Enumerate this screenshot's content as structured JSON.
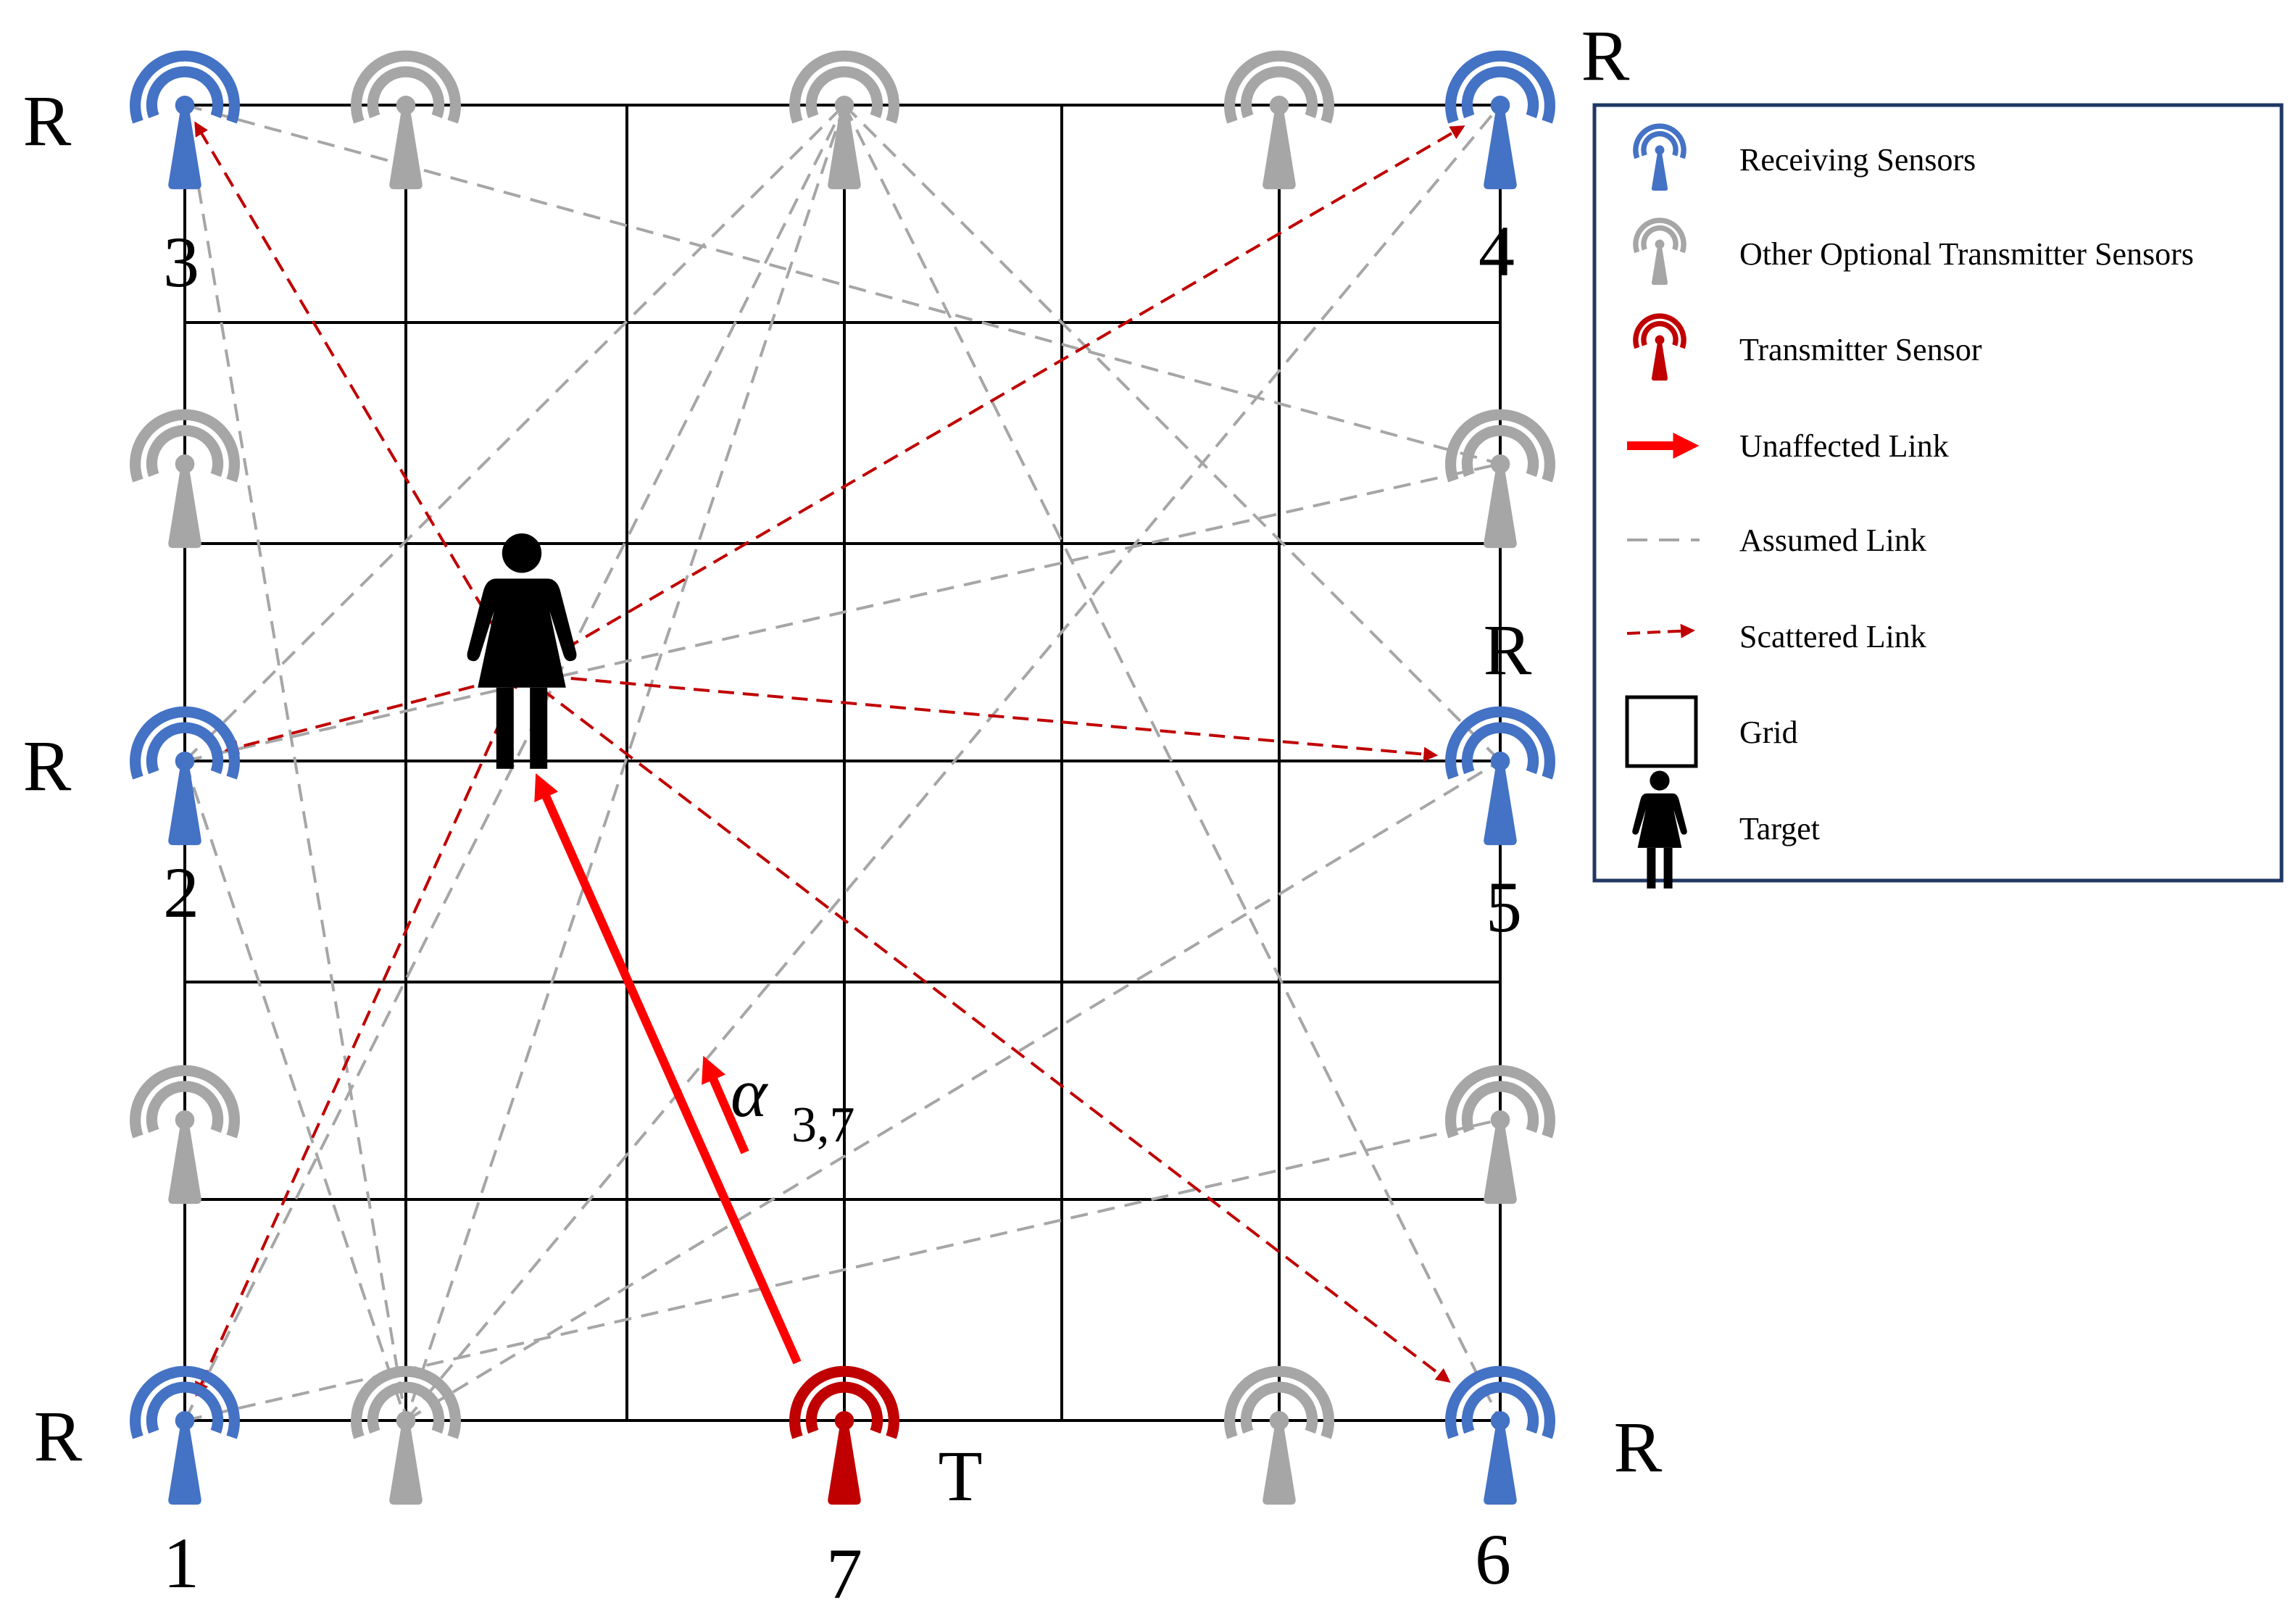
{
  "colors": {
    "receiver": "#4472C4",
    "optional": "#A6A6A6",
    "transmitter": "#C00000",
    "unaffected": "#FF0000",
    "scattered": "#C00000",
    "assumed": "#A6A6A6",
    "grid": "#000000",
    "legend_border": "#1F3864"
  },
  "sensors": {
    "receivers": [
      {
        "id": "1",
        "role": "R"
      },
      {
        "id": "2",
        "role": "R"
      },
      {
        "id": "3",
        "role": "R"
      },
      {
        "id": "4",
        "role": "R"
      },
      {
        "id": "5",
        "role": "R"
      },
      {
        "id": "6",
        "role": "R"
      }
    ],
    "transmitter": {
      "id": "7",
      "role": "T"
    }
  },
  "annotation": {
    "symbol": "α",
    "subscript": "3,7"
  },
  "legend": {
    "items": [
      {
        "label": "Receiving Sensors",
        "icon": "receiving-sensor-icon"
      },
      {
        "label": "Other Optional Transmitter Sensors",
        "icon": "optional-sensor-icon"
      },
      {
        "label": "Transmitter Sensor",
        "icon": "transmitter-sensor-icon"
      },
      {
        "label": "Unaffected Link",
        "icon": "unaffected-link-icon"
      },
      {
        "label": "Assumed Link",
        "icon": "assumed-link-icon"
      },
      {
        "label": "Scattered Link",
        "icon": "scattered-link-icon"
      },
      {
        "label": "Grid",
        "icon": "grid-cell-icon"
      },
      {
        "label": "Target",
        "icon": "target-person-icon"
      }
    ]
  }
}
